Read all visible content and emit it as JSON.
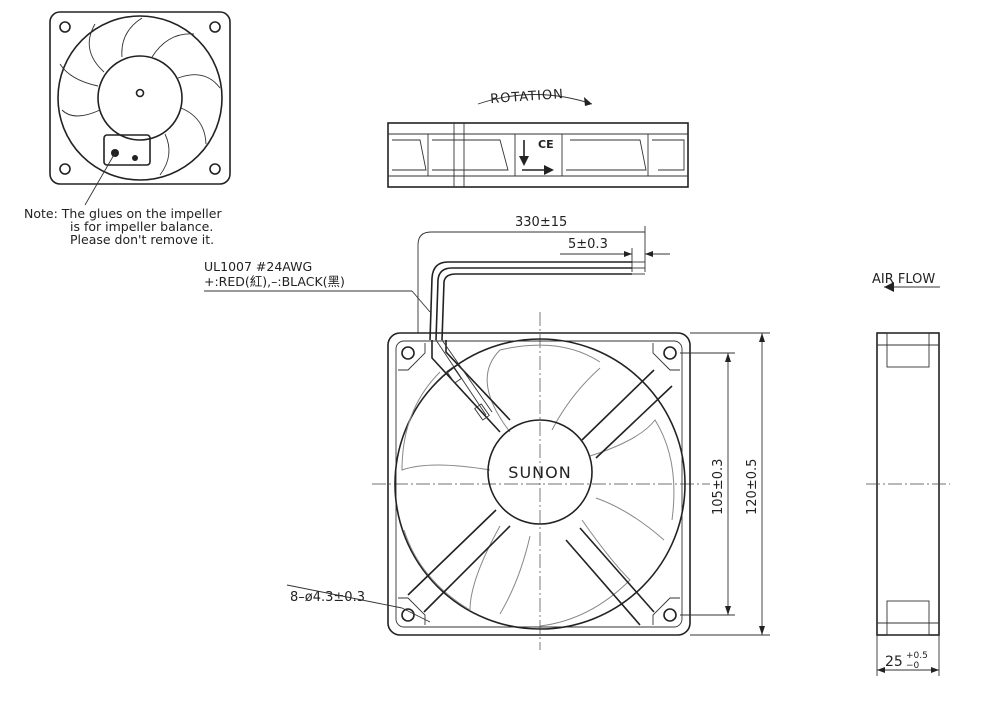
{
  "note": {
    "line1": "Note: The glues on the impeller",
    "line2": "is for impeller balance.",
    "line3": "Please don't remove it."
  },
  "side_view": {
    "rotation_label": "ROTATION",
    "ce_mark": "CE"
  },
  "wires": {
    "spec": "UL1007 #24AWG",
    "polarity": "+:RED(紅),–:BLACK(黑)"
  },
  "dimensions": {
    "lead_length": "330±15",
    "strip_length": "5±0.3",
    "hole_pitch": "105±0.3",
    "frame_size": "120±0.5",
    "holes": "8–ø4.3±0.3",
    "thickness_base": "25",
    "thickness_tol_plus": "+0.5",
    "thickness_tol_minus": "−0"
  },
  "front_view": {
    "brand": "SUNON"
  },
  "airflow": {
    "label": "AIR FLOW"
  }
}
